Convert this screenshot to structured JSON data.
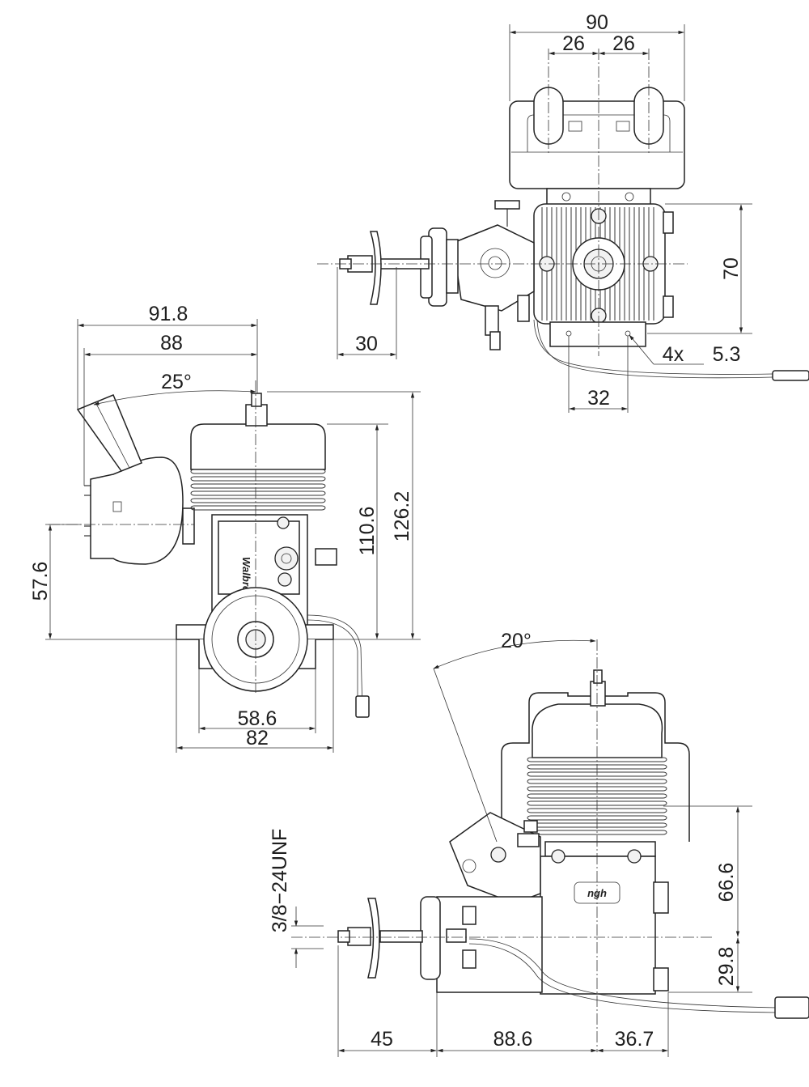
{
  "top_view": {
    "dims": {
      "total_width": "90",
      "half_left": "26",
      "half_right": "26",
      "height": "70",
      "shaft": "30",
      "holes_count": "4x",
      "holes_dia": "5.3",
      "mount_spacing": "32"
    }
  },
  "front_view": {
    "dims": {
      "overall_width": "91.8",
      "muffler_width": "88",
      "angle": "25°",
      "height_total": "126.2",
      "height_cyl": "110.6",
      "axis_height": "57.6",
      "base_inner": "58.6",
      "base_outer": "82"
    }
  },
  "side_view": {
    "dims": {
      "angle": "20°",
      "thread": "3/8−24UNF",
      "upper_height": "66.6",
      "lower_height": "29.8",
      "shaft_len": "45",
      "body_len": "88.6",
      "rear_len": "36.7"
    },
    "logo": "ngh"
  },
  "carb_label": "Walbro"
}
